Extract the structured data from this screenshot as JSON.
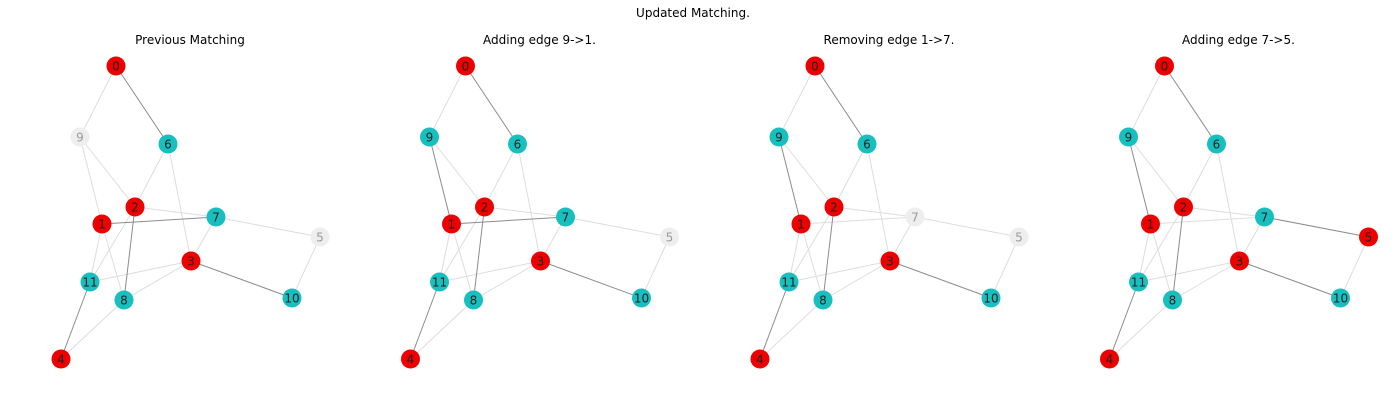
{
  "figure": {
    "suptitle": "Updated Matching."
  },
  "colors": {
    "matched": "#ee0000",
    "free": "#17bfbf",
    "inactive": "#eeeeee",
    "label_dark": "#222222",
    "label_inactive": "#9a9a9a",
    "edge_light": "#dddddd",
    "edge_matched": "#8c8c8c"
  },
  "nodes": [
    "0",
    "1",
    "2",
    "3",
    "4",
    "5",
    "6",
    "7",
    "8",
    "9",
    "10",
    "11"
  ],
  "edges": [
    [
      "0",
      "9"
    ],
    [
      "0",
      "6"
    ],
    [
      "9",
      "2"
    ],
    [
      "9",
      "1"
    ],
    [
      "6",
      "2"
    ],
    [
      "6",
      "3"
    ],
    [
      "2",
      "8"
    ],
    [
      "2",
      "7"
    ],
    [
      "2",
      "11"
    ],
    [
      "1",
      "7"
    ],
    [
      "1",
      "8"
    ],
    [
      "1",
      "11"
    ],
    [
      "7",
      "5"
    ],
    [
      "7",
      "3"
    ],
    [
      "3",
      "10"
    ],
    [
      "3",
      "11"
    ],
    [
      "3",
      "8"
    ],
    [
      "5",
      "10"
    ],
    [
      "11",
      "4"
    ],
    [
      "8",
      "4"
    ]
  ],
  "panels": [
    {
      "title": "Previous Matching",
      "colors": {
        "0": "matched",
        "1": "matched",
        "2": "matched",
        "3": "matched",
        "4": "matched",
        "5": "inactive",
        "6": "free",
        "7": "free",
        "8": "free",
        "9": "inactive",
        "10": "free",
        "11": "free"
      },
      "matched_edges": [
        [
          "0",
          "6"
        ],
        [
          "1",
          "7"
        ],
        [
          "2",
          "8"
        ],
        [
          "3",
          "10"
        ],
        [
          "11",
          "4"
        ]
      ]
    },
    {
      "title": "Adding edge 9->1.",
      "colors": {
        "0": "matched",
        "1": "matched",
        "2": "matched",
        "3": "matched",
        "4": "matched",
        "5": "inactive",
        "6": "free",
        "7": "free",
        "8": "free",
        "9": "free",
        "10": "free",
        "11": "free"
      },
      "matched_edges": [
        [
          "0",
          "6"
        ],
        [
          "1",
          "7"
        ],
        [
          "2",
          "8"
        ],
        [
          "3",
          "10"
        ],
        [
          "11",
          "4"
        ],
        [
          "9",
          "1"
        ]
      ]
    },
    {
      "title": "Removing edge 1->7.",
      "colors": {
        "0": "matched",
        "1": "matched",
        "2": "matched",
        "3": "matched",
        "4": "matched",
        "5": "inactive",
        "6": "free",
        "7": "inactive",
        "8": "free",
        "9": "free",
        "10": "free",
        "11": "free"
      },
      "matched_edges": [
        [
          "0",
          "6"
        ],
        [
          "2",
          "8"
        ],
        [
          "3",
          "10"
        ],
        [
          "11",
          "4"
        ],
        [
          "9",
          "1"
        ]
      ]
    },
    {
      "title": "Adding edge 7->5.",
      "colors": {
        "0": "matched",
        "1": "matched",
        "2": "matched",
        "3": "matched",
        "4": "matched",
        "5": "matched",
        "6": "free",
        "7": "free",
        "8": "free",
        "9": "free",
        "10": "free",
        "11": "free"
      },
      "matched_edges": [
        [
          "0",
          "6"
        ],
        [
          "2",
          "8"
        ],
        [
          "3",
          "10"
        ],
        [
          "11",
          "4"
        ],
        [
          "9",
          "1"
        ],
        [
          "7",
          "5"
        ]
      ]
    }
  ]
}
